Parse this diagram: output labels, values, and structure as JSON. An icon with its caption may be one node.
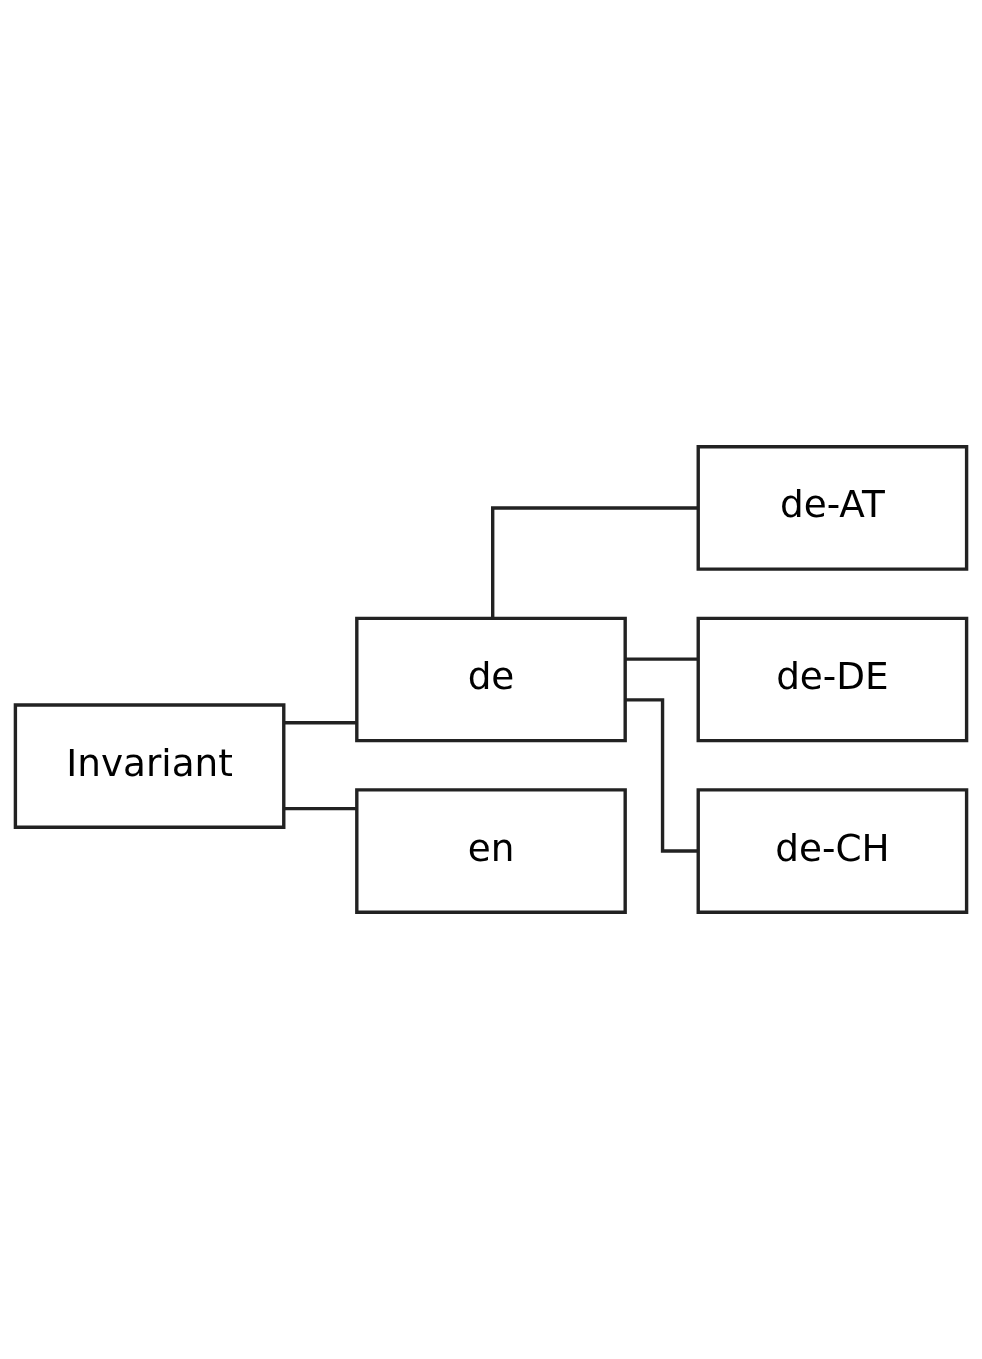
{
  "diagram": {
    "nodes": [
      {
        "text": [
          "Invariant"
        ]
      },
      {
        "text": [
          "de"
        ]
      },
      {
        "text": [
          "de-AT"
        ]
      },
      {
        "text": [
          "de-DE"
        ]
      },
      {
        "text": [
          "de-CH"
        ]
      },
      {
        "text": [
          "en"
        ]
      }
    ],
    "edges": [
      {
        "from": 0,
        "to": 1,
        "arrow": "none"
      },
      {
        "from": 1,
        "to": 2,
        "arrow": "none"
      },
      {
        "from": 1,
        "to": 3,
        "arrow": "none"
      },
      {
        "from": 1,
        "to": 4,
        "arrow": "none"
      },
      {
        "from": 0,
        "to": 5,
        "arrow": "none"
      }
    ]
  }
}
